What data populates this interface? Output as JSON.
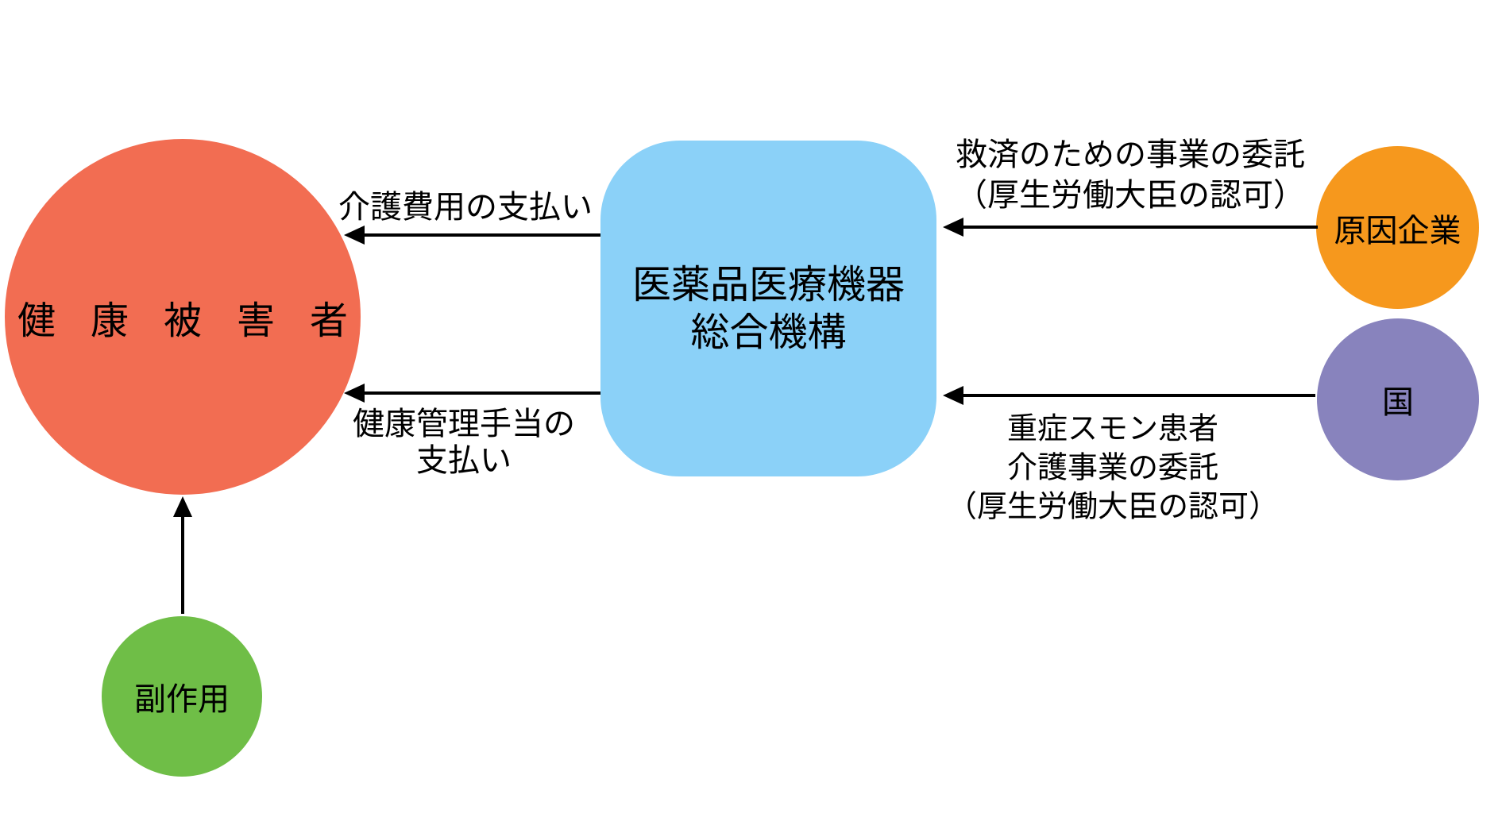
{
  "nodes": {
    "victims": {
      "label": "健康被害者",
      "color": "#F26D52"
    },
    "pmda": {
      "line1": "医薬品医療機器",
      "line2": "総合機構",
      "color": "#8BD1F8"
    },
    "company": {
      "label": "原因企業",
      "color": "#F6981D"
    },
    "state": {
      "label": "国",
      "color": "#8883BD"
    },
    "side_effect": {
      "label": "副作用",
      "color": "#6FBE47"
    }
  },
  "edge_labels": {
    "care_cost": {
      "line1": "介護費用の支払い"
    },
    "health_allowance": {
      "line1": "健康管理手当の",
      "line2": "支払い"
    },
    "relief": {
      "line1": "救済のための事業の委託",
      "line2": "（厚生労働大臣の認可）"
    },
    "smon": {
      "line1": "重症スモン患者",
      "line2": "介護事業の委託",
      "line3": "（厚生労働大臣の認可）"
    }
  },
  "arrow_color": "#000000"
}
